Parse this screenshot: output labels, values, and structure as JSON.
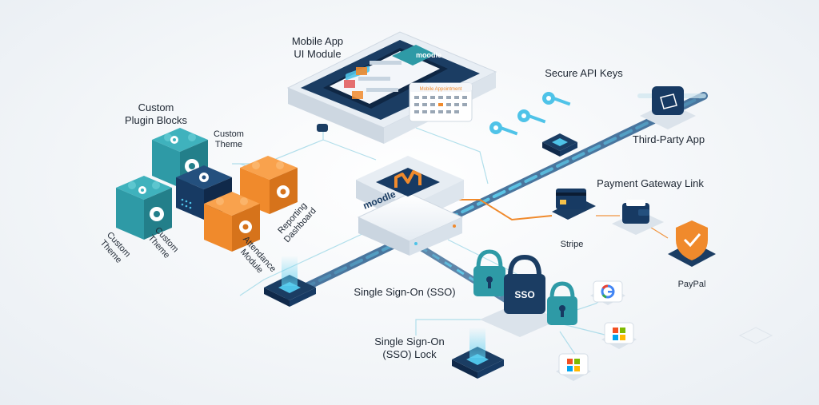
{
  "labels": {
    "mobile_app": [
      "Mobile App",
      "UI Module"
    ],
    "secure_api": "Secure API Keys",
    "custom_plugin": [
      "Custom",
      "Plugin Blocks"
    ],
    "custom_theme_top": [
      "Custom",
      "Theme"
    ],
    "third_party": "Third-Party App",
    "payment": "Payment Gateway Link",
    "stripe": "Stripe",
    "paypal": "PayPal",
    "sso": "Single Sign-On (SSO)",
    "sso_lock": [
      "Single Sign-On",
      "(SSO) Lock"
    ],
    "custom_theme_left": [
      "Custom",
      "Theme"
    ],
    "custom_theme_mid": [
      "Custom",
      "Theme"
    ],
    "attendance": [
      "Attendance",
      "Module"
    ],
    "reporting": [
      "Reporting",
      "Dashboard"
    ]
  },
  "embedded_text": {
    "moodle_server": "moodle",
    "moodle_phone": "moodle",
    "sso_badge": "SSO",
    "calendar_header": "Mobile Appointment"
  },
  "colors": {
    "navy": "#173a63",
    "teal": "#2e9aa6",
    "orange": "#f08a2c",
    "cyan": "#4fc3e8",
    "glow": "#5fd0f0"
  },
  "icons": [
    "gear-icon",
    "key-icon",
    "lock-icon",
    "credit-card-icon",
    "wallet-icon",
    "shield-check-icon",
    "google-logo-icon",
    "microsoft-logo-icon",
    "moodle-logo-icon"
  ]
}
